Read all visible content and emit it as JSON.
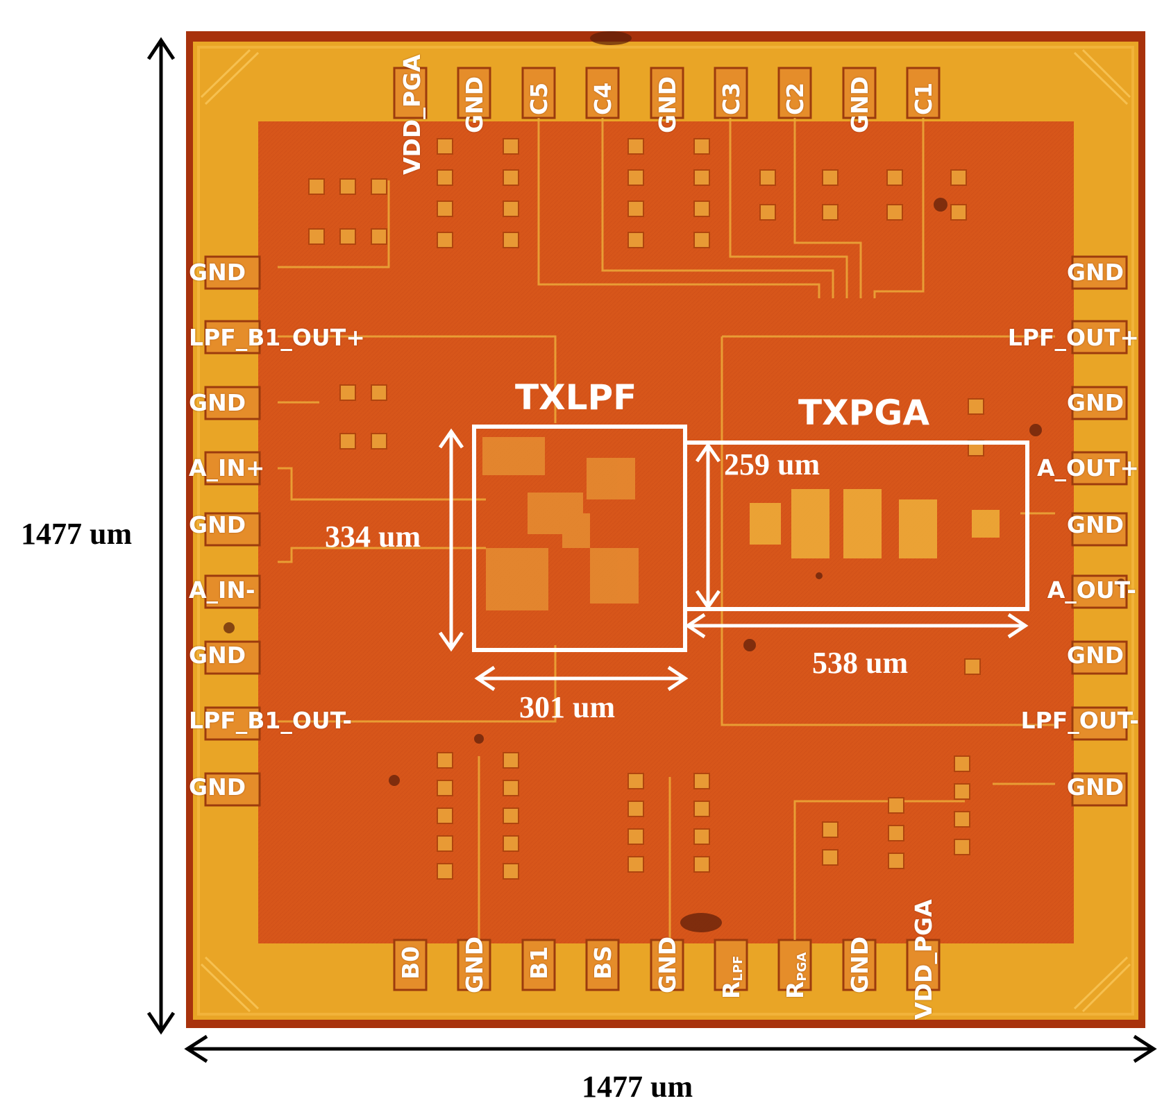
{
  "figure": {
    "die_width_label": "1477 um",
    "die_height_label": "1477 um"
  },
  "blocks": {
    "txlpf": {
      "name": "TXLPF",
      "height_label": "334 um",
      "width_label": "301 um"
    },
    "txpga": {
      "name": "TXPGA",
      "height_label": "259 um",
      "width_label": "538 um"
    }
  },
  "pads": {
    "top": [
      "VDD_PGA",
      "GND",
      "C5",
      "C4",
      "GND",
      "C3",
      "C2",
      "GND",
      "C1"
    ],
    "left": [
      "GND",
      "LPF_B1_OUT+",
      "GND",
      "A_IN+",
      "GND",
      "A_IN-",
      "GND",
      "LPF_B1_OUT-",
      "GND"
    ],
    "right": [
      "GND",
      "LPF_OUT+",
      "GND",
      "A_OUT+",
      "GND",
      "A_OUT-",
      "GND",
      "LPF_OUT-",
      "GND"
    ],
    "bottom": [
      "B0",
      "GND",
      "B1",
      "BS",
      "GND",
      "R",
      "R",
      "GND",
      "VDD_PGA"
    ],
    "bottom_subscripts": {
      "r_lpf": "LPF",
      "r_pga": "PGA"
    }
  },
  "colors": {
    "die_core": "#d9571c",
    "die_ring": "#e9a526",
    "pad_metal": "#e58d2a",
    "annotation": "#ffffff",
    "dimension": "#000000"
  }
}
